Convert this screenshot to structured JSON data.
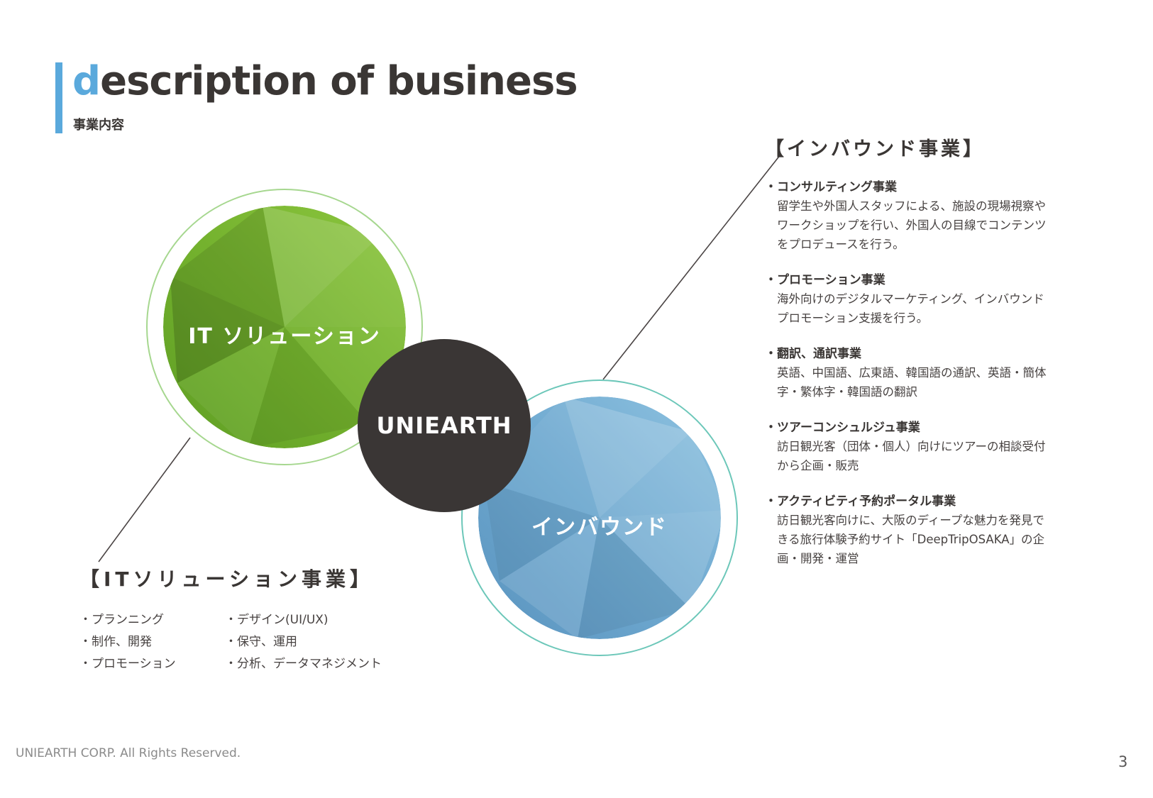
{
  "page": {
    "title_first_letter": "d",
    "title_rest": "escription of business",
    "subtitle": "事業内容",
    "footer": "UNIEARTH CORP. All Rights Reserved.",
    "page_number": "3"
  },
  "diagram": {
    "center_label": "UNIEARTH",
    "it_circle_label": "IT ソリューション",
    "inbound_circle_label": "インバウンド"
  },
  "it_section": {
    "heading": "【ITソリューション事業】",
    "col1": [
      "・プランニング",
      "・制作、開発",
      "・プロモーション"
    ],
    "col2": [
      "・デザイン(UI/UX)",
      "・保守、運用",
      "・分析、データマネジメント"
    ]
  },
  "inbound_section": {
    "heading": "【インバウンド事業】",
    "items": [
      {
        "title": "・コンサルティング事業",
        "body": "留学生や外国人スタッフによる、施設の現場視察やワークショップを行い、外国人の目線でコンテンツをプロデュースを行う。"
      },
      {
        "title": "・プロモーション事業",
        "body": "海外向けのデジタルマーケティング、インバウンドプロモーション支援を行う。"
      },
      {
        "title": "・翻訳、通訳事業",
        "body": "英語、中国語、広東語、韓国語の通訳、英語・簡体字・繁体字・韓国語の翻訳"
      },
      {
        "title": "・ツアーコンシュルジュ事業",
        "body": "訪日観光客（団体・個人）向けにツアーの相談受付から企画・販売"
      },
      {
        "title": "・アクティビティ予約ポータル事業",
        "body": "訪日観光客向けに、大阪のディープな魅力を発見できる旅行体験予約サイト「DeepTripOSAKA」の企画・開発・運営"
      }
    ]
  },
  "colors": {
    "accent": "#5aa9dc",
    "dark_text": "#3a3634",
    "body_text": "#474241",
    "footer_gray": "#8b8b8b",
    "page_num_gray": "#595757",
    "line_color": "#4a4444",
    "green_ring": "#a6d78f",
    "teal_ring": "#6cc7b9",
    "dark_circle": "#3a3635",
    "green_gradient_dark": "#5f9e24",
    "green_gradient_light": "#8dc63f",
    "blue_gradient_dark": "#5a94bf",
    "blue_gradient_light": "#8ec2e0"
  }
}
